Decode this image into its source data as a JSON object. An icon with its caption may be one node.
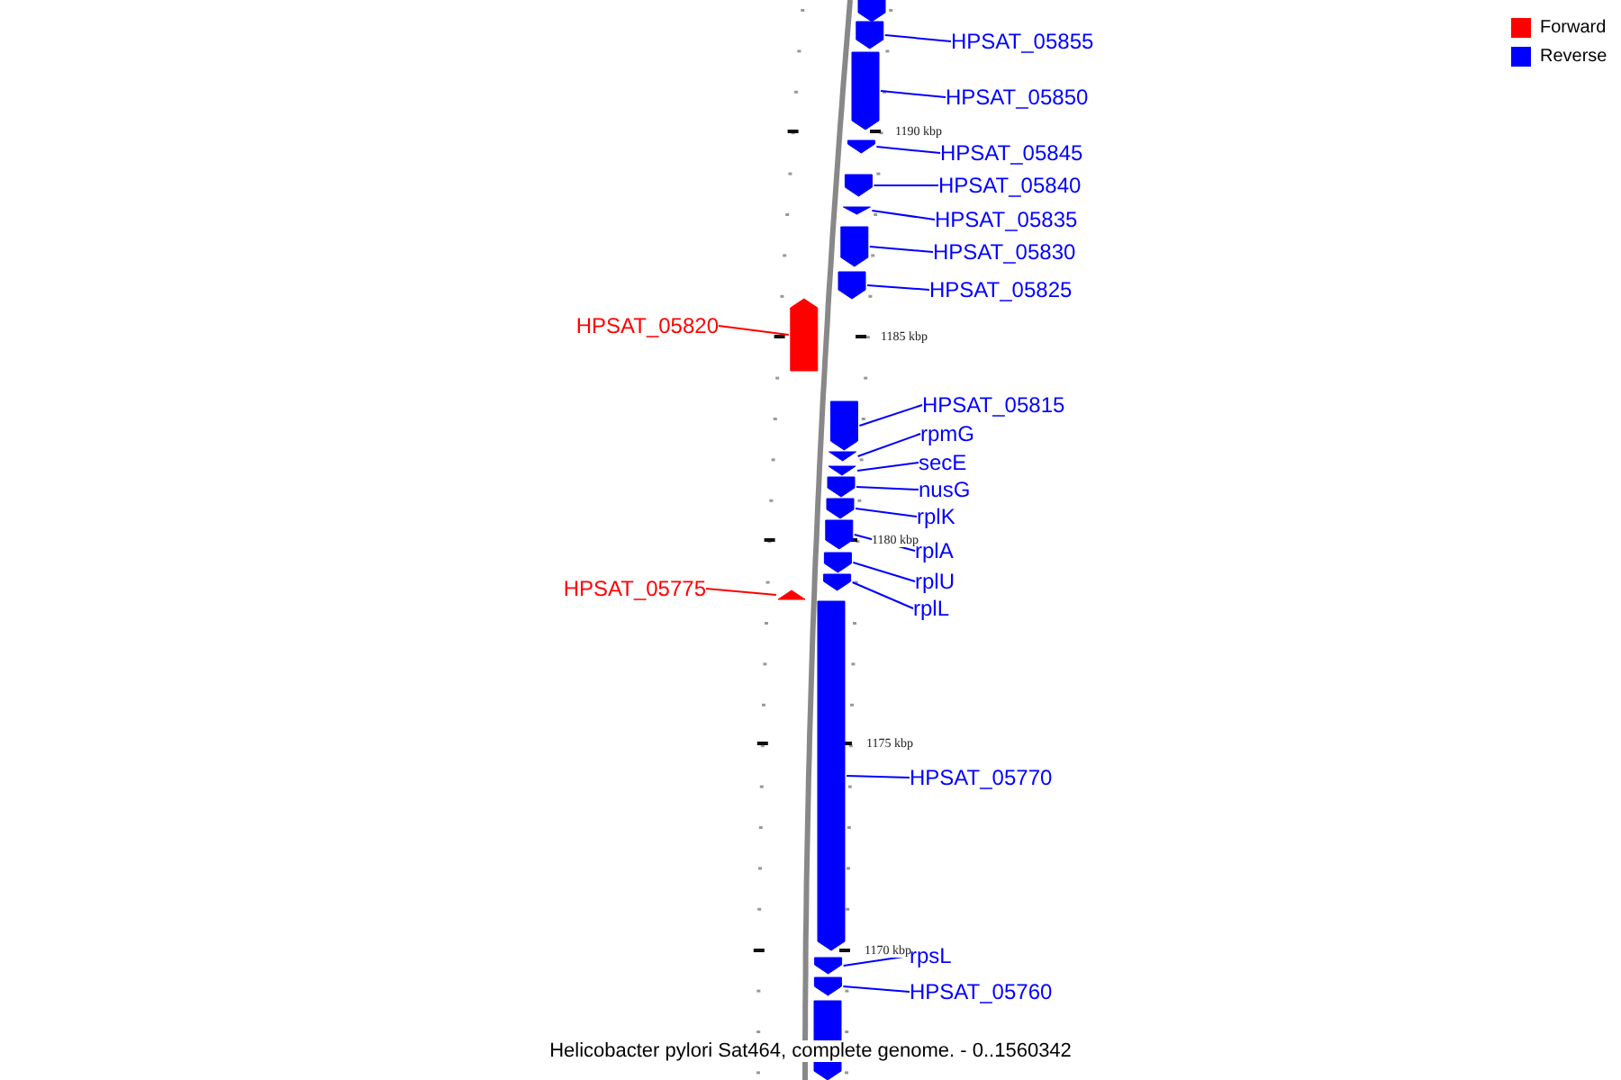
{
  "diagram": {
    "caption": "Helicobacter pylori Sat464, complete genome. - 0..1560342",
    "nodes": [
      {
        "text": [],
        "shape": "box"
      },
      {
        "text": [],
        "shape": "box"
      },
      {
        "text": [
          "HPSAT_05855"
        ]
      },
      {
        "text": [],
        "shape": "box"
      },
      {
        "text": [
          "HPSAT_05850"
        ]
      },
      {
        "text": [],
        "shape": "box"
      },
      {
        "text": [
          "HPSAT_05845"
        ]
      },
      {
        "text": [],
        "shape": "box"
      },
      {
        "text": [
          "HPSAT_05840"
        ]
      },
      {
        "text": [],
        "shape": "box"
      },
      {
        "text": [
          "HPSAT_05835"
        ]
      },
      {
        "text": [],
        "shape": "box"
      },
      {
        "text": [
          "HPSAT_05830"
        ]
      },
      {
        "text": [],
        "shape": "box"
      },
      {
        "text": [
          "HPSAT_05825"
        ]
      },
      {
        "text": [],
        "shape": "box"
      },
      {
        "text": [
          "HPSAT_05820"
        ]
      },
      {
        "text": [],
        "shape": "box"
      },
      {
        "text": [
          "HPSAT_05815"
        ]
      },
      {
        "text": [],
        "shape": "box"
      },
      {
        "text": [
          "rpmG"
        ]
      },
      {
        "text": [],
        "shape": "box"
      },
      {
        "text": [
          "secE"
        ]
      },
      {
        "text": [],
        "shape": "box"
      },
      {
        "text": [
          "nusG"
        ]
      },
      {
        "text": [],
        "shape": "box"
      },
      {
        "text": [
          "rplK"
        ]
      },
      {
        "text": [],
        "shape": "box"
      },
      {
        "text": [
          "rplA"
        ]
      },
      {
        "text": [],
        "shape": "box"
      },
      {
        "text": [
          "rplU"
        ]
      },
      {
        "text": [],
        "shape": "box"
      },
      {
        "text": [
          "rplL"
        ]
      },
      {
        "text": [],
        "shape": "box"
      },
      {
        "text": [
          "HPSAT_05775"
        ]
      },
      {
        "text": [],
        "shape": "box"
      },
      {
        "text": [
          "HPSAT_05770"
        ]
      },
      {
        "text": [],
        "shape": "box"
      },
      {
        "text": [
          "rpsL"
        ]
      },
      {
        "text": [],
        "shape": "box"
      },
      {
        "text": [
          "HPSAT_05760"
        ]
      },
      {
        "text": [],
        "shape": "box"
      }
    ],
    "edges": [
      {
        "from": 2,
        "to": 1,
        "arrow": "none"
      },
      {
        "from": 4,
        "to": 3,
        "arrow": "none"
      },
      {
        "from": 6,
        "to": 5,
        "arrow": "none"
      },
      {
        "from": 8,
        "to": 7,
        "arrow": "none"
      },
      {
        "from": 10,
        "to": 9,
        "arrow": "none"
      },
      {
        "from": 12,
        "to": 11,
        "arrow": "none"
      },
      {
        "from": 14,
        "to": 13,
        "arrow": "none"
      },
      {
        "from": 16,
        "to": 15,
        "arrow": "none",
        "color": "#ff0000"
      },
      {
        "from": 18,
        "to": 17,
        "arrow": "none"
      },
      {
        "from": 20,
        "to": 19,
        "arrow": "none"
      },
      {
        "from": 22,
        "to": 21,
        "arrow": "none"
      },
      {
        "from": 24,
        "to": 23,
        "arrow": "none"
      },
      {
        "from": 26,
        "to": 25,
        "arrow": "none"
      },
      {
        "from": 28,
        "to": 27,
        "arrow": "none"
      },
      {
        "from": 30,
        "to": 29,
        "arrow": "none"
      },
      {
        "from": 32,
        "to": 31,
        "arrow": "none"
      },
      {
        "from": 34,
        "to": 33,
        "arrow": "none",
        "color": "#ff0000"
      },
      {
        "from": 36,
        "to": 35,
        "arrow": "none"
      },
      {
        "from": 38,
        "to": 37,
        "arrow": "none"
      },
      {
        "from": 40,
        "to": 39,
        "arrow": "none"
      }
    ],
    "labels": [
      "1190 kbp",
      "1185 kbp",
      "1180 kbp",
      "1175 kbp",
      "1170 kbp"
    ],
    "legend": [
      {
        "text": "Forward",
        "color": "#ff0000"
      },
      {
        "text": "Reverse",
        "color": "#0000ff"
      }
    ]
  }
}
